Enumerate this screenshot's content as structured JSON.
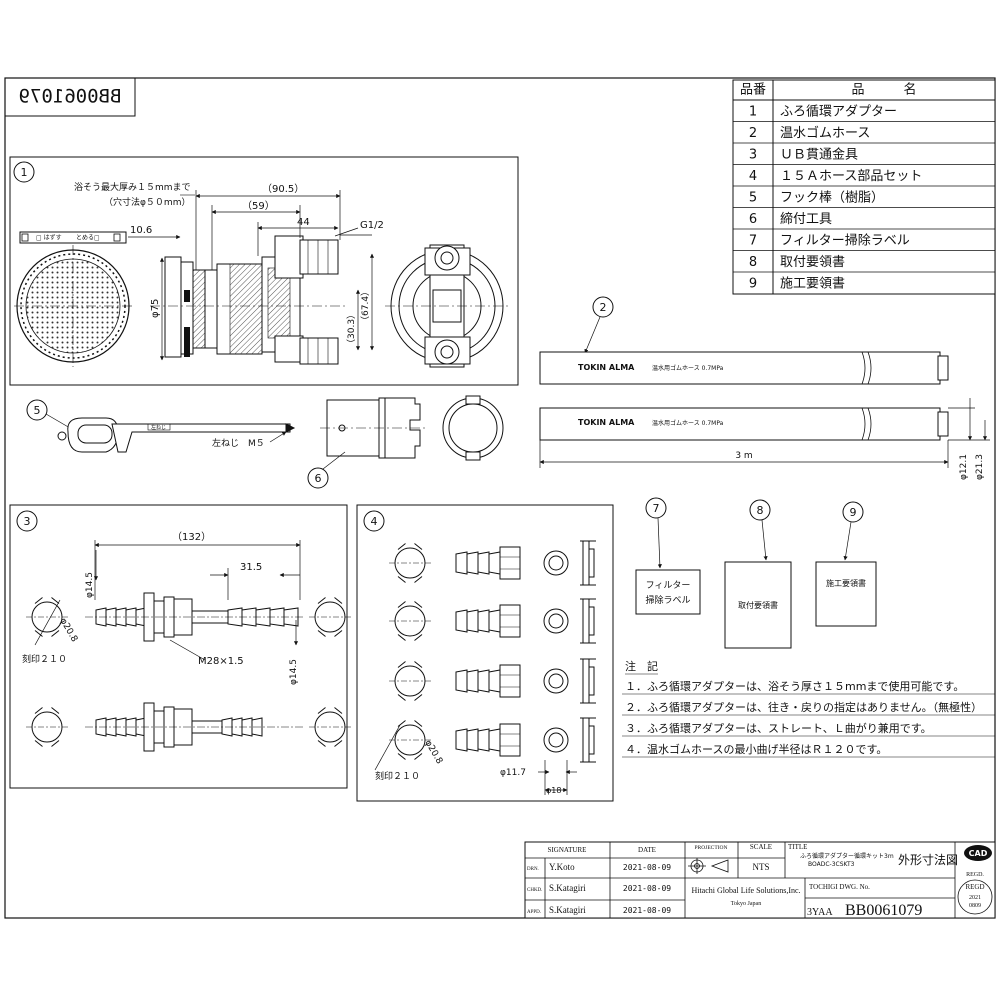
{
  "drawing_number_mirrored": "BB0061079",
  "parts_table": {
    "header_no": "品番",
    "header_name": "品　　　名",
    "rows": [
      {
        "no": "1",
        "name": "ふろ循環アダプター"
      },
      {
        "no": "2",
        "name": "温水ゴムホース"
      },
      {
        "no": "3",
        "name": "ＵＢ貫通金具"
      },
      {
        "no": "4",
        "name": "１５Ａホース部品セット"
      },
      {
        "no": "5",
        "name": "フック棒（樹脂）"
      },
      {
        "no": "6",
        "name": "締付工具"
      },
      {
        "no": "7",
        "name": "フィルター掃除ラベル"
      },
      {
        "no": "8",
        "name": "取付要領書"
      },
      {
        "no": "9",
        "name": "施工要領書"
      }
    ]
  },
  "view1": {
    "marker": "1",
    "note_line1": "浴そう最大厚み１５mmまで",
    "note_line2": "（穴寸法φ５０mm）",
    "dim_905": "（90.5）",
    "dim_59": "（59）",
    "dim_44": "44",
    "dim_106": "10.6",
    "thread": "G1/2",
    "dim_phi75": "φ75",
    "dim_303": "（30.3）",
    "dim_674": "（67.4）",
    "strip_label_left": "□ はずす",
    "strip_label_right": "とめる□"
  },
  "view2": {
    "marker": "2",
    "brand": "TOKIN ALMA",
    "hose_print": "温水用ゴムホース 0.7MPa",
    "dim_length": "3 m",
    "dim_phi121": "φ12.1",
    "dim_phi213": "φ21.3"
  },
  "view5": {
    "marker": "5",
    "strip_text": "左ねじ",
    "thread_label": "左ねじ　M５"
  },
  "view6": {
    "marker": "6"
  },
  "view3": {
    "marker": "3",
    "dim_132": "（132）",
    "dim_315": "31.5",
    "dim_phi145_left": "φ14.5",
    "dim_phi145_right": "φ14.5",
    "dim_phi208": "φ20.8",
    "stamp_label": "刻印２１０",
    "thread_label": "M28×1.5"
  },
  "view4": {
    "marker": "4",
    "dim_phi208": "φ20.8",
    "stamp_label": "刻印２１０",
    "dim_phi117": "φ11.7",
    "dim_phi18": "φ18"
  },
  "items_7_8_9": {
    "marker7": "7",
    "label7_line1": "フィルター",
    "label7_line2": "掃除ラベル",
    "marker8": "8",
    "label8": "取付要領書",
    "marker9": "9",
    "label9": "施工要領書"
  },
  "notes": {
    "title": "注　記",
    "items": [
      "１．ふろ循環アダプターは、浴そう厚さ１５mmまで使用可能です。",
      "２．ふろ循環アダプターは、往き・戻りの指定はありません。（無極性）",
      "３．ふろ循環アダプターは、ストレート、Ｌ曲がり兼用です。",
      "４．温水ゴムホースの最小曲げ半径はＲ１２０です。"
    ]
  },
  "title_block": {
    "signature_header": "SIGNATURE",
    "date_header": "DATE",
    "projection_header": "PROJECTION",
    "scale_header": "SCALE",
    "title_header": "TITLE",
    "rows": [
      {
        "role": "DRN.",
        "name": "Y.Koto",
        "date": "2021-08-09"
      },
      {
        "role": "CHKD.",
        "name": "S.Katagiri",
        "date": "2021-08-09"
      },
      {
        "role": "APPD.",
        "name": "S.Katagiri",
        "date": "2021-08-09"
      }
    ],
    "scale": "NTS",
    "title_line1": "ふろ循環アダプター循環キット3m",
    "title_line2": "BOADC-3CSKT3",
    "title_main": "外形寸法図",
    "cad_badge": "CAD",
    "company": "Hitachi Global Life Solutions,Inc.",
    "company_city": "Tokyo Japan",
    "dwg_label": "TOCHIGI DWG. No.",
    "dwg_prefix": "3YAA",
    "dwg_number": "BB0061079",
    "regd_label": "REGD.",
    "regd_stamp": "REGD",
    "regd_date1": "2021",
    "regd_date2": "0809"
  }
}
